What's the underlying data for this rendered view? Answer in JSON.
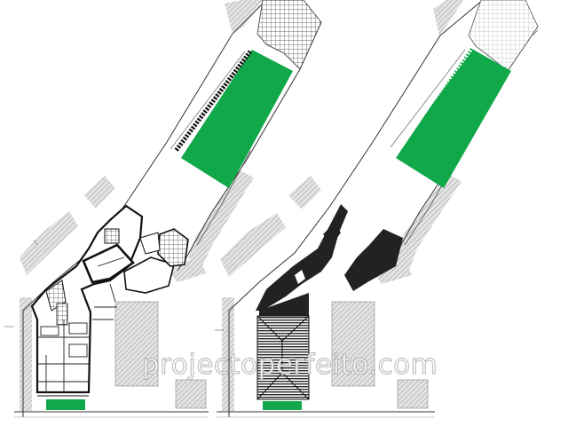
{
  "watermark": {
    "text": "projectoperfeito.com"
  },
  "colors": {
    "paper": "#ffffff",
    "line": "#222222",
    "fine_line": "#777777",
    "garden_green": "#10a848",
    "neighbour_hatch": "#c8c8c8",
    "demolition_fill": "#222222"
  },
  "icons": {
    "paving_grid": "crosshatch-grid-pattern",
    "neighbour_buildings": "diagonal-hatch-pattern",
    "roof_ridges": "striped-roof-pattern"
  }
}
